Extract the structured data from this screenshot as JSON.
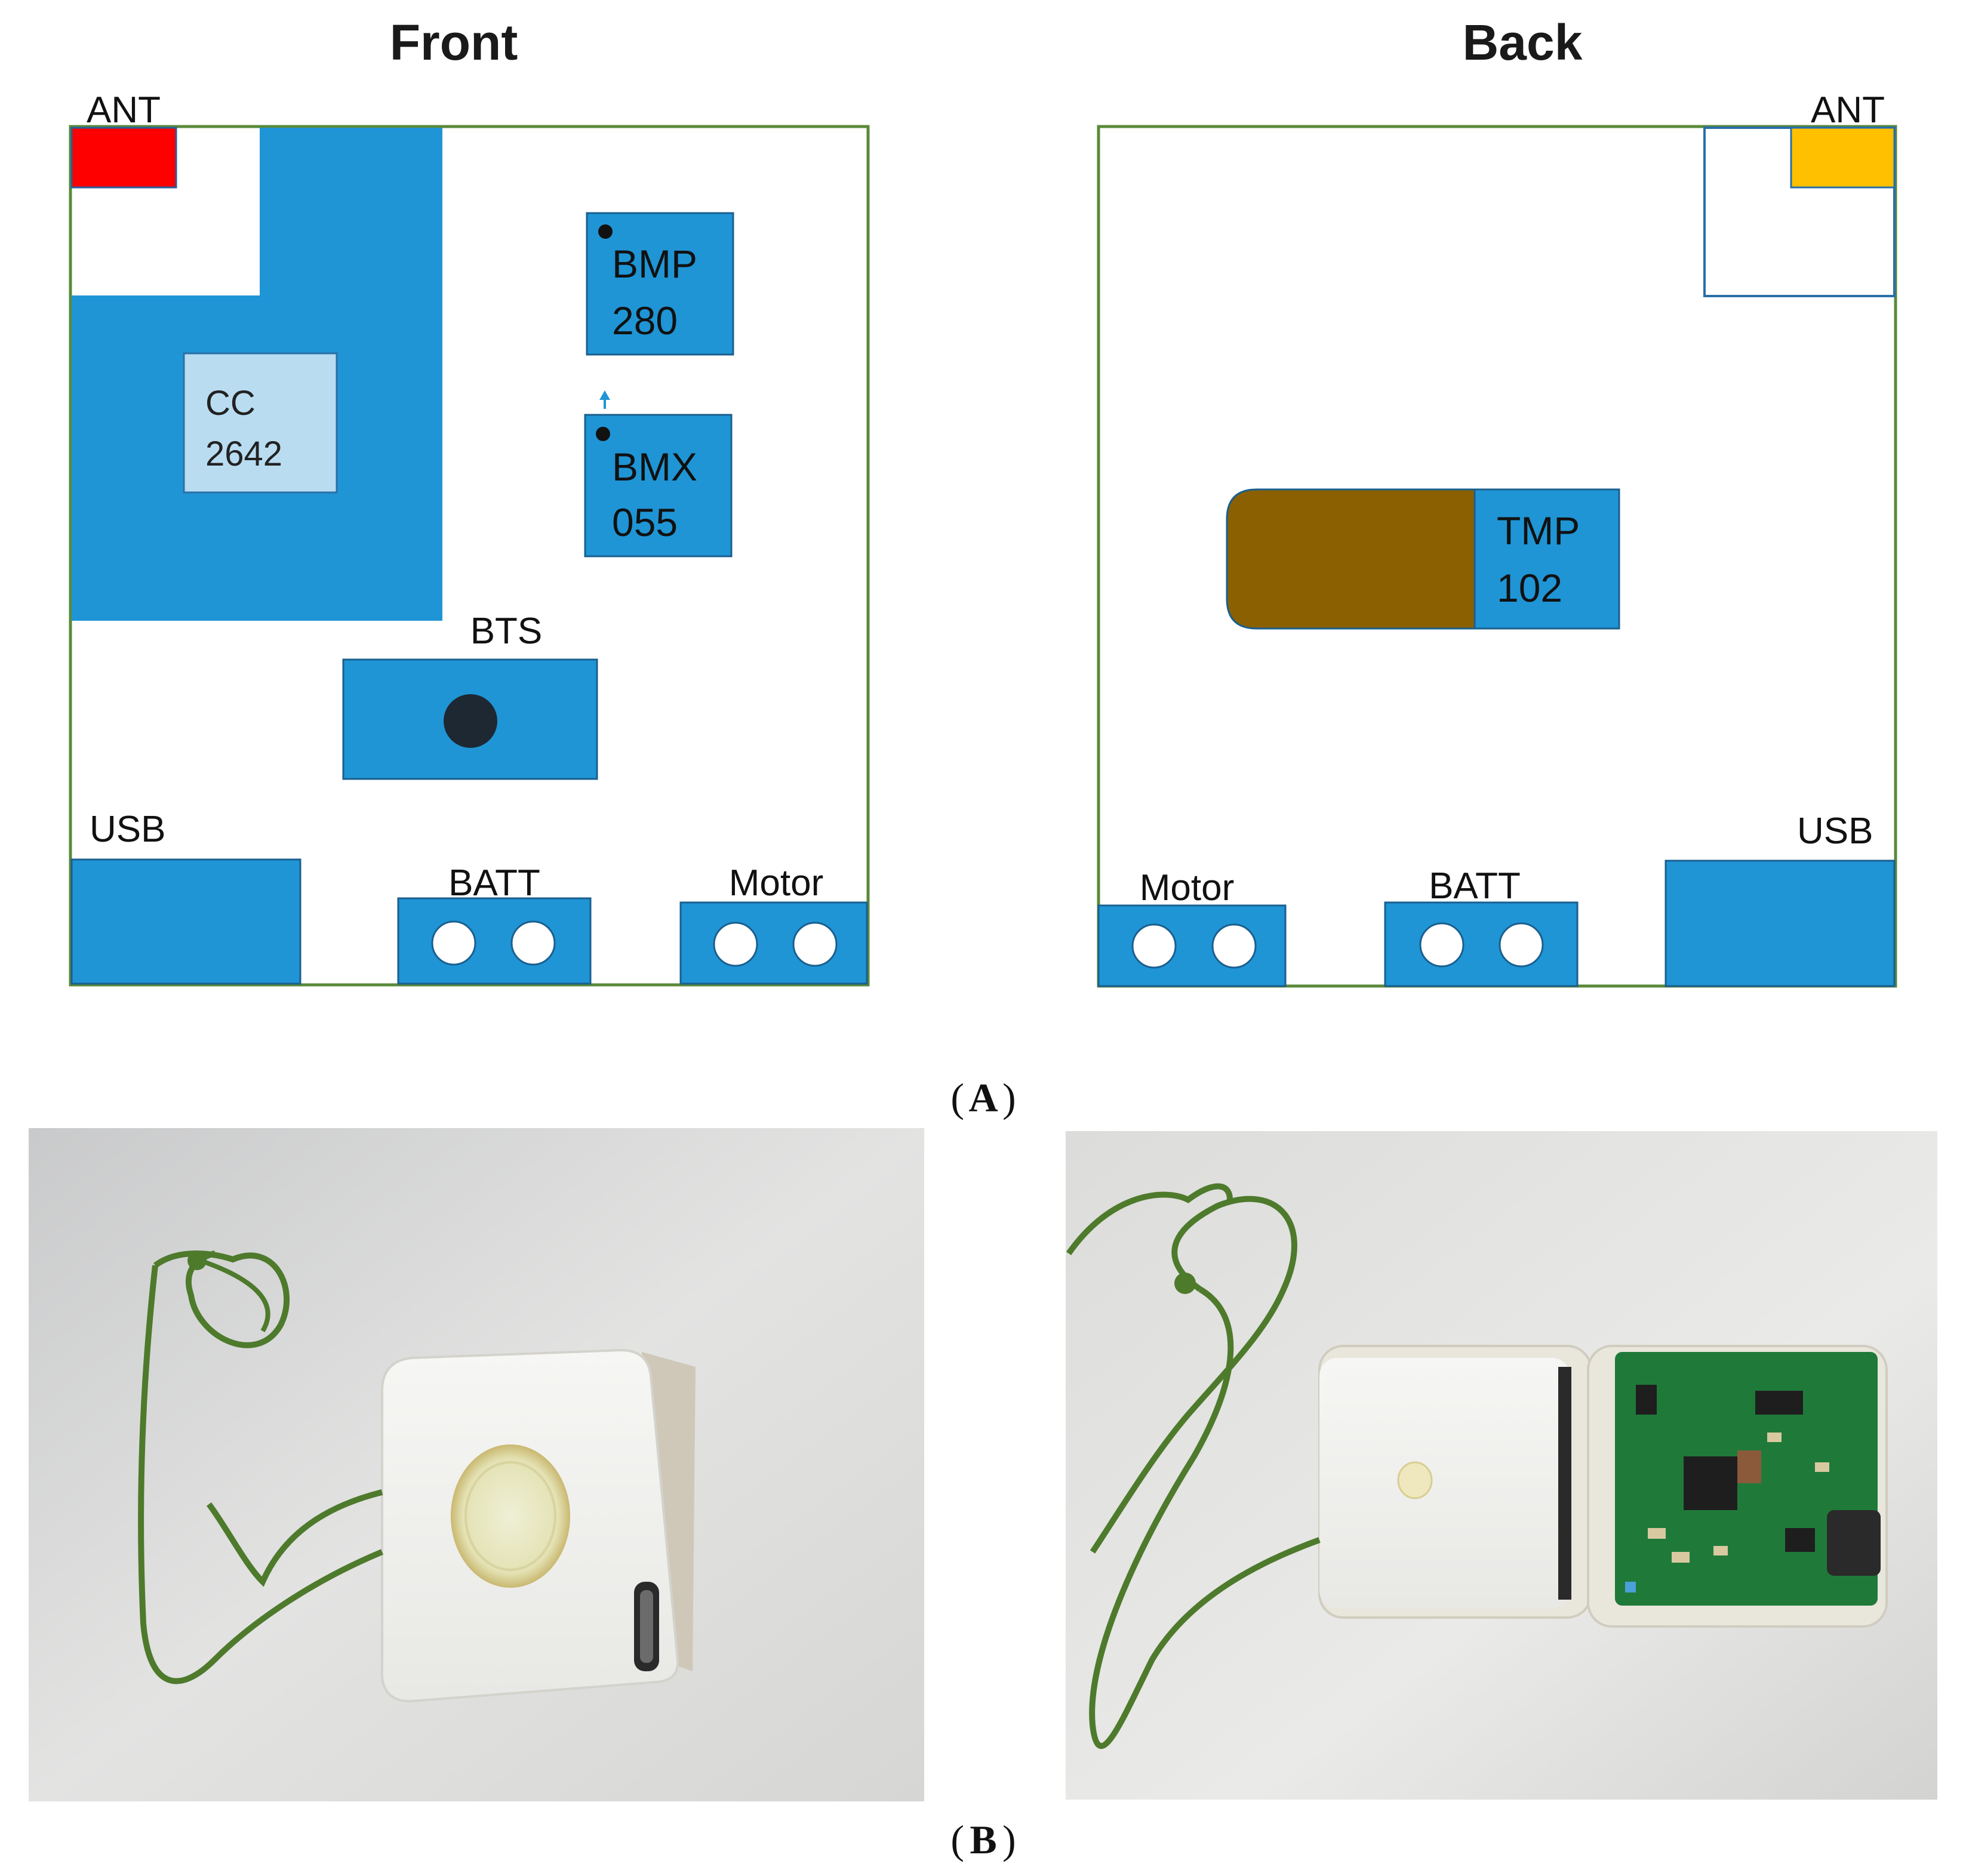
{
  "panel_a": {
    "front": {
      "title": "Front",
      "labels": {
        "ant": "ANT",
        "cc_line1": "CC",
        "cc_line2": "2642",
        "bmp_line1": "BMP",
        "bmp_line2": "280",
        "bmx_line1": "BMX",
        "bmx_line2": "055",
        "bts": "BTS",
        "usb": "USB",
        "batt": "BATT",
        "motor": "Motor"
      }
    },
    "back": {
      "title": "Back",
      "labels": {
        "ant": "ANT",
        "tmp_line1": "TMP",
        "tmp_line2": "102",
        "usb": "USB",
        "batt": "BATT",
        "motor": "Motor"
      }
    },
    "caption": "A"
  },
  "panel_b": {
    "caption": "B",
    "photo_left": "photo-device-closed",
    "photo_right": "photo-device-open-pcb"
  },
  "colors": {
    "component_blue": "#1f95d5",
    "light_blue": "#b9dcf1",
    "ant_front": "#ff0000",
    "ant_back": "#ffc000",
    "battery_brown": "#8b6000",
    "board_outline": "#5a8a3a",
    "button_dark": "#1e2833"
  }
}
